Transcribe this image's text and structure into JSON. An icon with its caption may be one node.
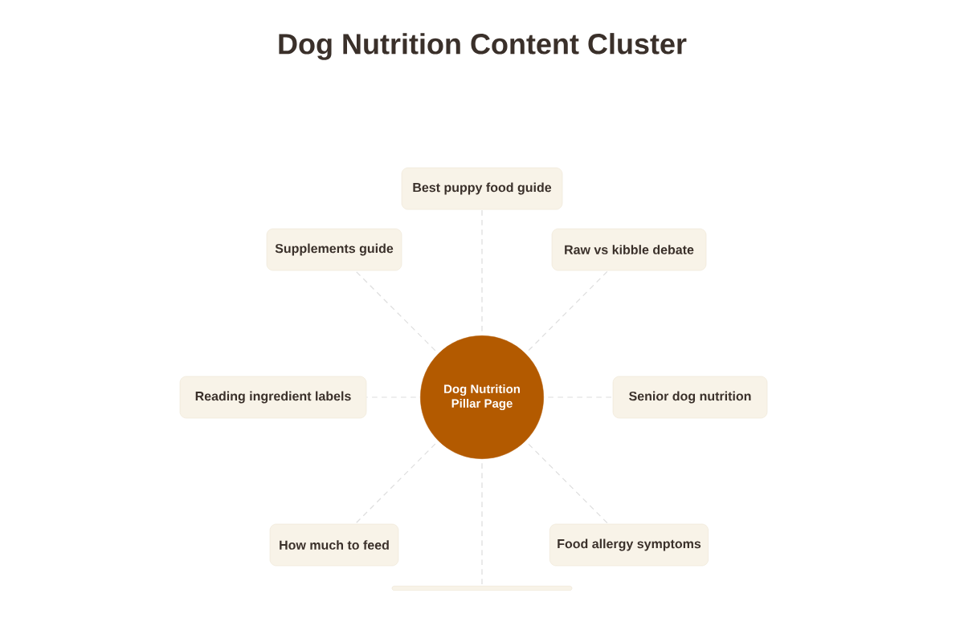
{
  "diagram": {
    "title": "Dog Nutrition Content Cluster",
    "nodes": [
      {
        "text": [
          "Dog Nutrition Pillar Page"
        ]
      },
      {
        "text": [
          "Best puppy food guide"
        ]
      },
      {
        "text": [
          "Raw vs kibble debate"
        ]
      },
      {
        "text": [
          "Senior dog nutrition"
        ]
      },
      {
        "text": [
          "Food allergy symptoms"
        ]
      },
      {
        "text": [],
        "shape": "box"
      },
      {
        "text": [
          "How much to feed"
        ]
      },
      {
        "text": [
          "Reading ingredient labels"
        ]
      },
      {
        "text": [
          "Supplements guide"
        ]
      }
    ],
    "edges": [
      {
        "from": 0,
        "to": 1,
        "arrow": "none",
        "style": "dashed"
      },
      {
        "from": 0,
        "to": 2,
        "arrow": "none",
        "style": "dashed"
      },
      {
        "from": 0,
        "to": 3,
        "arrow": "none",
        "style": "dashed"
      },
      {
        "from": 0,
        "to": 4,
        "arrow": "none",
        "style": "dashed"
      },
      {
        "from": 0,
        "to": 5,
        "arrow": "none",
        "style": "dashed"
      },
      {
        "from": 0,
        "to": 6,
        "arrow": "none",
        "style": "dashed"
      },
      {
        "from": 0,
        "to": 7,
        "arrow": "none",
        "style": "dashed"
      },
      {
        "from": 0,
        "to": 8,
        "arrow": "none",
        "style": "dashed"
      }
    ]
  }
}
